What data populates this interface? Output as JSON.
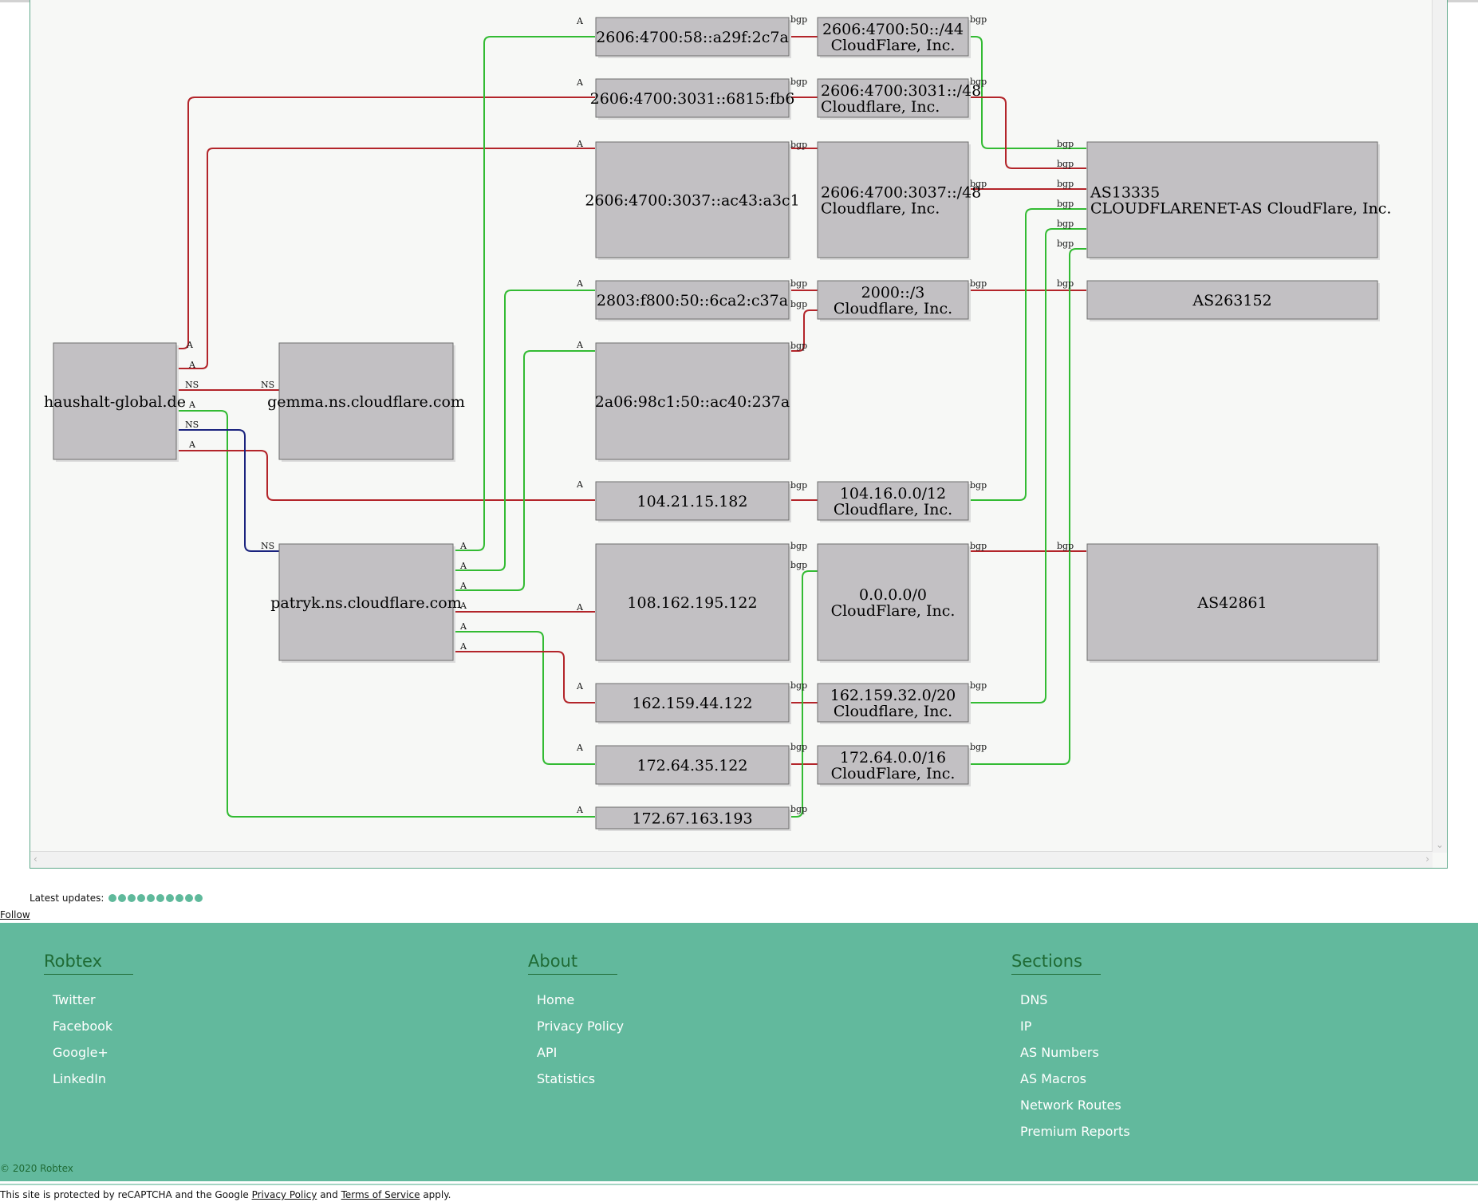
{
  "graph": {
    "nodes": {
      "domain": "haushalt-global.de",
      "ns1": "gemma.ns.cloudflare.com",
      "ns2": "patryk.ns.cloudflare.com",
      "ip1": "2606:4700:58::a29f:2c7a",
      "ip2": "2606:4700:3031::6815:fb6",
      "ip3": "2606:4700:3037::ac43:a3c1",
      "ip4": "2803:f800:50::6ca2:c37a",
      "ip5": "2a06:98c1:50::ac40:237a",
      "ip6": "104.21.15.182",
      "ip7": "108.162.195.122",
      "ip8": "162.159.44.122",
      "ip9": "172.64.35.122",
      "ip10": "172.67.163.193",
      "rt1_l1": "2606:4700:50::/44",
      "rt1_l2": "CloudFlare, Inc.",
      "rt2_l1": "2606:4700:3031::/48",
      "rt2_l2": "Cloudflare, Inc.",
      "rt3_l1": "2606:4700:3037::/48",
      "rt3_l2": "Cloudflare, Inc.",
      "rt4_l1": "2000::/3",
      "rt4_l2": "Cloudflare, Inc.",
      "rt5_l1": "104.16.0.0/12",
      "rt5_l2": "Cloudflare, Inc.",
      "rt6_l1": "0.0.0.0/0",
      "rt6_l2": "CloudFlare, Inc.",
      "rt7_l1": "162.159.32.0/20",
      "rt7_l2": "Cloudflare, Inc.",
      "rt8_l1": "172.64.0.0/16",
      "rt8_l2": "CloudFlare, Inc.",
      "as1_l1": "AS13335",
      "as1_l2": "CLOUDFLARENET-AS CloudFlare, Inc.",
      "as2": "AS263152",
      "as3": "AS42861"
    },
    "edge_labels": {
      "a": "A",
      "ns": "NS",
      "bgp": "bgp"
    },
    "colors": {
      "red": "#b3252a",
      "green": "#33bb33",
      "blue": "#1a237e"
    }
  },
  "updates": {
    "label": "Latest updates:",
    "dot_count": 10
  },
  "follow": "Follow",
  "footer": {
    "robtex": {
      "heading": "Robtex",
      "links": [
        "Twitter",
        "Facebook",
        "Google+",
        "LinkedIn"
      ]
    },
    "about": {
      "heading": "About",
      "links": [
        "Home",
        "Privacy Policy",
        "API",
        "Statistics"
      ]
    },
    "sections": {
      "heading": "Sections",
      "links": [
        "DNS",
        "IP",
        "AS Numbers",
        "AS Macros",
        "Network Routes",
        "Premium Reports"
      ]
    },
    "copyright": "© 2020 Robtex"
  },
  "recaptcha": {
    "prefix": "This site is protected by reCAPTCHA and the Google",
    "privacy": "Privacy Policy",
    "and": "and",
    "terms": "Terms of Service",
    "suffix": "apply."
  }
}
